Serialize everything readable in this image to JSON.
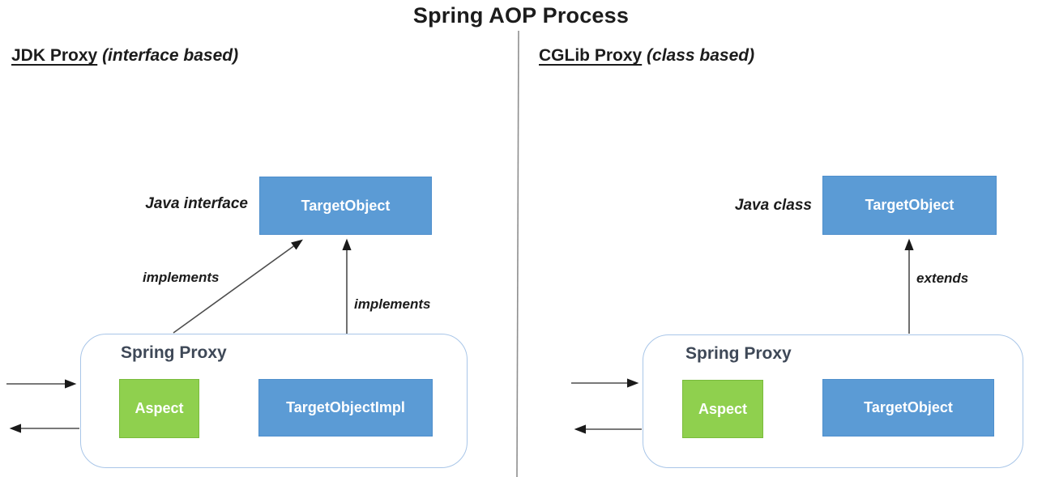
{
  "title": "Spring AOP Process",
  "colors": {
    "box_blue": "#5b9bd5",
    "box_blue_border": "#4f8fcc",
    "box_green": "#8fd04e",
    "box_green_border": "#79bb3c",
    "container_border": "#a9c6e8",
    "arrow_line": "#4d4d4d",
    "arrow_head": "#1a1a1a",
    "divider": "#8f8f8f",
    "text_dark": "#1c1c1c",
    "proxy_title_color": "#3e4857"
  },
  "left": {
    "heading": "JDK Proxy",
    "heading_note": "(interface based)",
    "type_label": "Java interface",
    "target_box_label": "TargetObject",
    "diagonal_arrow_label": "implements",
    "vertical_arrow_label": "implements",
    "proxy": {
      "title": "Spring Proxy",
      "aspect_label": "Aspect",
      "target_label": "TargetObjectImpl"
    }
  },
  "right": {
    "heading": "CGLib Proxy",
    "heading_note": "(class based)",
    "type_label": "Java class",
    "target_box_label": "TargetObject",
    "vertical_arrow_label": "extends",
    "proxy": {
      "title": "Spring Proxy",
      "aspect_label": "Aspect",
      "target_label": "TargetObject"
    }
  }
}
